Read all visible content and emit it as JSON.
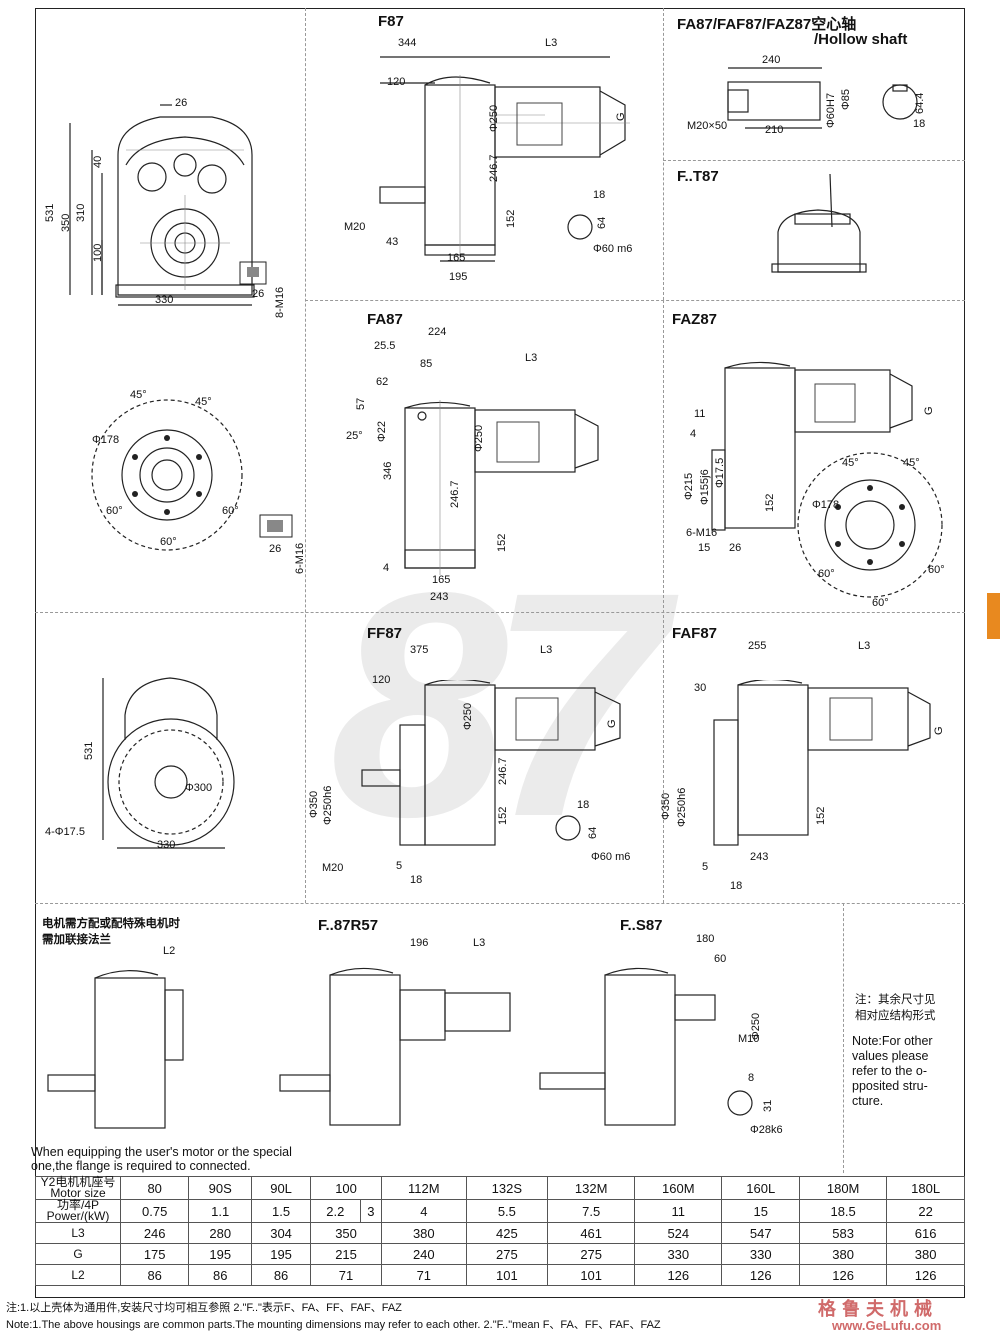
{
  "titles": {
    "f87": "F87",
    "hollow_cn": "FA87/FAF87/FAZ87空心轴",
    "hollow_en": "/Hollow shaft",
    "ft87": "F..T87",
    "fa87": "FA87",
    "faz87": "FAZ87",
    "ff87": "FF87",
    "faf87": "FAF87",
    "f87r57": "F..87R57",
    "fs87": "F..S87"
  },
  "watermark": "87",
  "dims": {
    "front_top": {
      "d26": "26",
      "d531": "531",
      "d40": "40",
      "d350": "350",
      "d310": "310",
      "d100": "100",
      "d330": "330",
      "d26b": "26",
      "m16": "8-M16"
    },
    "f87": {
      "d344": "344",
      "l3": "L3",
      "d120": "120",
      "d250": "Φ250",
      "g": "G",
      "d2467": "246.7",
      "d152": "152",
      "m20": "M20",
      "d43": "43",
      "d165": "165",
      "d195": "195",
      "d18": "18",
      "d64": "64",
      "d60m6": "Φ60 m6"
    },
    "hollow": {
      "d240": "240",
      "m20x50": "M20×50",
      "d60h7": "Φ60H7",
      "d85": "Φ85",
      "d210": "210",
      "d644": "64.4",
      "d18": "18"
    },
    "flange1": {
      "d45a": "45°",
      "d45b": "45°",
      "d178": "Φ178",
      "d60a": "60°",
      "d60b": "60°",
      "d60c": "60°",
      "d26": "26",
      "m16": "6-M16"
    },
    "fa87": {
      "d224": "224",
      "d255": "25.5",
      "d85": "85",
      "l3": "L3",
      "d62": "62",
      "d57": "57",
      "d25": "25°",
      "d22": "Φ22",
      "d250": "Φ250",
      "d346": "346",
      "d2467": "246.7",
      "d152": "152",
      "d4": "4",
      "d165": "165",
      "d243": "243"
    },
    "faz87": {
      "g": "G",
      "d11": "11",
      "d4": "4",
      "d215": "Φ215",
      "d155": "Φ155j6",
      "d175": "Φ17.5",
      "d152": "152",
      "m16": "6-M16",
      "d15": "15",
      "d26": "26",
      "d45a": "45°",
      "d45b": "45°",
      "d178": "Φ178",
      "d60a": "60°",
      "d60b": "60°",
      "d60c": "60°"
    },
    "ff87front": {
      "d531": "531",
      "d300": "Φ300",
      "d175": "4-Φ17.5",
      "d330": "330"
    },
    "ff87": {
      "d375": "375",
      "l3": "L3",
      "d120": "120",
      "d250": "Φ250",
      "g": "G",
      "d350": "Φ350",
      "d250h6": "Φ250h6",
      "d2467": "246.7",
      "d152": "152",
      "m20": "M20",
      "d5": "5",
      "d18": "18",
      "d18b": "18",
      "d64": "64",
      "d60m6": "Φ60 m6"
    },
    "faf87": {
      "d255": "255",
      "l3": "L3",
      "d30": "30",
      "g": "G",
      "d350": "Φ350",
      "d250h6": "Φ250h6",
      "d152": "152",
      "d243": "243",
      "d5": "5",
      "d18": "18"
    },
    "l2": {
      "l2": "L2"
    },
    "r57": {
      "d196": "196",
      "l3": "L3"
    },
    "s87": {
      "d180": "180",
      "d60": "60",
      "d250": "Φ250",
      "m10": "M10",
      "d8": "8",
      "d31": "31",
      "d28k6": "Φ28k6"
    }
  },
  "notes": {
    "flange_cn_1": "电机需方配或配特殊电机时",
    "flange_cn_2": "需加联接法兰",
    "other_cn_1": "注：其余尺寸见",
    "other_cn_2": "相对应结构形式",
    "other_en": [
      "Note:For other",
      "values please",
      "refer to the o-",
      "pposited stru-",
      "cture."
    ],
    "equip_en_1": "When equipping the user's motor or the special",
    "equip_en_2": "one,the flange is required to connected."
  },
  "table": {
    "header_cn": "Y2电机机座号",
    "header_en": "Motor size",
    "power_cn": "功率/4P",
    "power_en": "Power/(kW)",
    "motor_sizes": [
      "80",
      "90S",
      "90L",
      "100",
      "112M",
      "132S",
      "132M",
      "160M",
      "160L",
      "180M",
      "180L"
    ],
    "powers": [
      "0.75",
      "1.1",
      "1.5",
      "2.2",
      "3",
      "4",
      "5.5",
      "7.5",
      "11",
      "15",
      "18.5",
      "22"
    ],
    "rows": [
      {
        "label": "L3",
        "values": [
          "246",
          "280",
          "304",
          "350",
          "380",
          "425",
          "461",
          "524",
          "547",
          "583",
          "616"
        ]
      },
      {
        "label": "G",
        "values": [
          "175",
          "195",
          "195",
          "215",
          "240",
          "275",
          "275",
          "330",
          "330",
          "380",
          "380"
        ]
      },
      {
        "label": "L2",
        "values": [
          "86",
          "86",
          "86",
          "71",
          "71",
          "101",
          "101",
          "126",
          "126",
          "126",
          "126"
        ]
      }
    ]
  },
  "footer": {
    "cn": "注:1.以上壳体为通用件,安装尺寸均可相互参照    2.\"F..\"表示F、FA、FF、FAF、FAZ",
    "en": "Note:1.The above housings are common parts.The mounting dimensions may refer to each other.    2.\"F..\"mean F、FA、FF、FAF、FAZ"
  },
  "brand": {
    "cn": "格鲁夫机械",
    "url": "www.GeLufu.com"
  },
  "colors": {
    "accent_tab": "#e8891f",
    "brand": "#d06a6a",
    "watermark": "#ebebeb"
  }
}
